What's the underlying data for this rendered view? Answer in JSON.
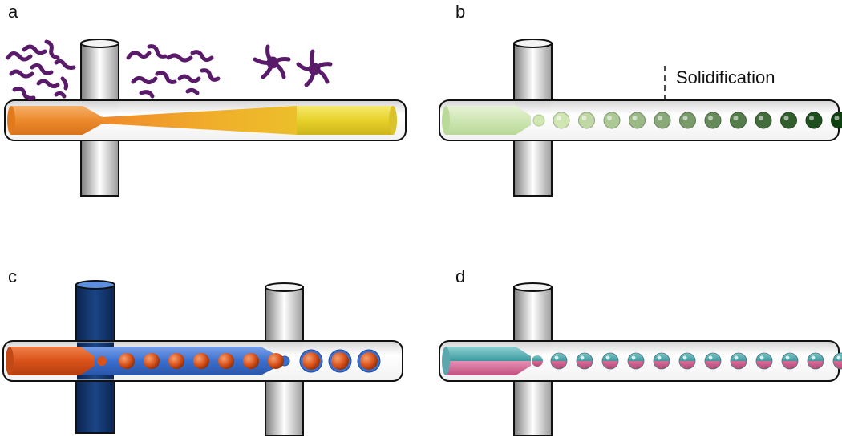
{
  "panels": [
    {
      "id": "a",
      "label": "a"
    },
    {
      "id": "b",
      "label": "b",
      "annotation": "Solidification"
    },
    {
      "id": "c",
      "label": "c"
    },
    {
      "id": "d",
      "label": "d"
    }
  ],
  "colors": {
    "tube_gray": "#8a8a8a",
    "orange": "#f08a2a",
    "yellow": "#e7d12a",
    "purple": "#5a1a6a",
    "light_green": "#cfe6b3",
    "dark_green": "#0f4010",
    "red_orange": "#d9521a",
    "navy": "#13346b",
    "blue_fluid": "#3b6fcf",
    "teal": "#3a9aa0",
    "pink": "#d96a94"
  },
  "panel_b_droplet_count": 12,
  "panel_c_inner_droplet_count": 7,
  "panel_c_outer_droplet_count": 3,
  "panel_d_droplet_count": 12
}
